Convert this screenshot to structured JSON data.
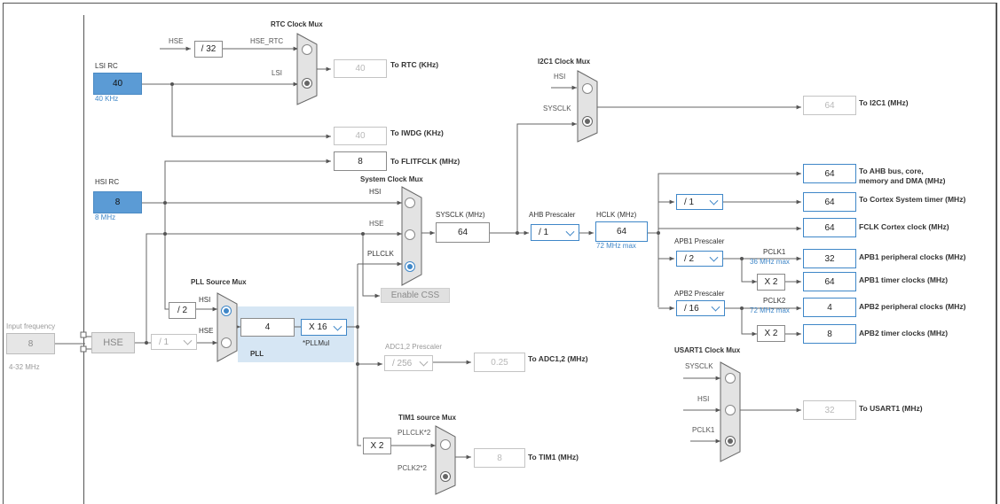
{
  "input_frequency": {
    "label": "Input frequency",
    "value": "8",
    "range": "4-32 MHz"
  },
  "hse_block": {
    "label": "HSE"
  },
  "lsi_rc": {
    "label": "LSI RC",
    "value": "40",
    "unit": "40 KHz"
  },
  "hsi_rc": {
    "label": "HSI RC",
    "value": "8",
    "unit": "8 MHz"
  },
  "rtc": {
    "mux_title": "RTC Clock Mux",
    "hse_in": "HSE",
    "div32": "/ 32",
    "hse_rtc": "HSE_RTC",
    "lsi_in": "LSI",
    "out_value": "40",
    "out_label": "To RTC (KHz)"
  },
  "iwdg": {
    "value": "40",
    "label": "To IWDG (KHz)"
  },
  "flitf": {
    "value": "8",
    "label": "To FLITFCLK (MHz)"
  },
  "system_mux": {
    "title": "System Clock Mux",
    "hsi": "HSI",
    "hse": "HSE",
    "pllclk": "PLLCLK",
    "enable_css": "Enable CSS"
  },
  "sysclk": {
    "label": "SYSCLK (MHz)",
    "value": "64"
  },
  "ahb": {
    "label": "AHB Prescaler",
    "value": "/ 1"
  },
  "hclk": {
    "label": "HCLK (MHz)",
    "value": "64",
    "max": "72 MHz max"
  },
  "pll_source_mux": {
    "title": "PLL Source Mux",
    "div2": "/ 2",
    "hsi": "HSI",
    "hse": "HSE",
    "hse_div": "/ 1"
  },
  "pll": {
    "label": "PLL",
    "input": "4",
    "mul": "X 16",
    "mul_label": "*PLLMul"
  },
  "i2c1": {
    "mux_title": "I2C1 Clock Mux",
    "hsi": "HSI",
    "sysclk": "SYSCLK",
    "value": "64",
    "label": "To I2C1 (MHz)"
  },
  "ahb_out": {
    "value": "64",
    "label_line1": "To AHB bus, core,",
    "label_line2": "memory and DMA (MHz)"
  },
  "cortex_timer": {
    "div": "/ 1",
    "value": "64",
    "label": "To Cortex System timer (MHz)"
  },
  "fclk": {
    "value": "64",
    "label": "FCLK Cortex clock (MHz)"
  },
  "apb1": {
    "prescaler_label": "APB1 Prescaler",
    "div": "/ 2",
    "pclk_label": "PCLK1",
    "max": "36 MHz max",
    "periph_value": "32",
    "periph_label": "APB1 peripheral clocks (MHz)",
    "timer_mul": "X 2",
    "timer_value": "64",
    "timer_label": "APB1 timer clocks (MHz)"
  },
  "apb2": {
    "prescaler_label": "APB2 Prescaler",
    "div": "/ 16",
    "pclk_label": "PCLK2",
    "max": "72 MHz max",
    "periph_value": "4",
    "periph_label": "APB2 peripheral clocks (MHz)",
    "timer_mul": "X 2",
    "timer_value": "8",
    "timer_label": "APB2 timer clocks (MHz)"
  },
  "adc": {
    "prescaler_label": "ADC1,2 Prescaler",
    "div": "/ 256",
    "value": "0.25",
    "label": "To ADC1,2 (MHz)"
  },
  "tim1": {
    "mux_title": "TIM1 source Mux",
    "mul": "X 2",
    "pllclk2": "PLLCLK*2",
    "pclk2x2": "PCLK2*2",
    "value": "8",
    "label": "To TIM1 (MHz)"
  },
  "usart1": {
    "mux_title": "USART1 Clock Mux",
    "sysclk": "SYSCLK",
    "hsi": "HSI",
    "pclk1": "PCLK1",
    "value": "32",
    "label": "To USART1 (MHz)"
  },
  "colors": {
    "accent": "#3f87c8",
    "source_fill": "#5b9bd5",
    "pll_panel": "#d6e6f4",
    "wire": "#555555"
  }
}
